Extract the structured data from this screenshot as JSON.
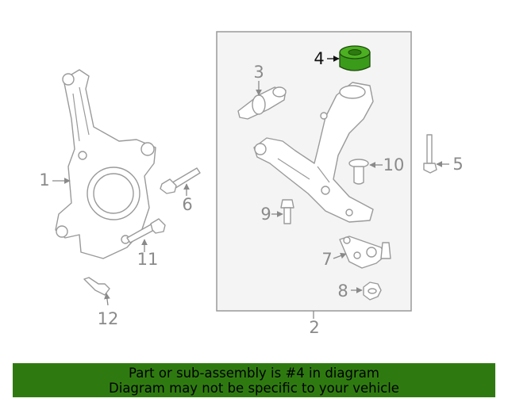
{
  "diagram": {
    "highlight_color": "#3a9a1a",
    "callouts": [
      "1",
      "2",
      "3",
      "4",
      "5",
      "6",
      "7",
      "8",
      "9",
      "10",
      "11",
      "12"
    ],
    "highlighted_part": "4"
  },
  "banner": {
    "background": "#2f7a10",
    "line1": "Part or sub-assembly is #4 in diagram",
    "line2": "Diagram may not be specific to your vehicle"
  }
}
